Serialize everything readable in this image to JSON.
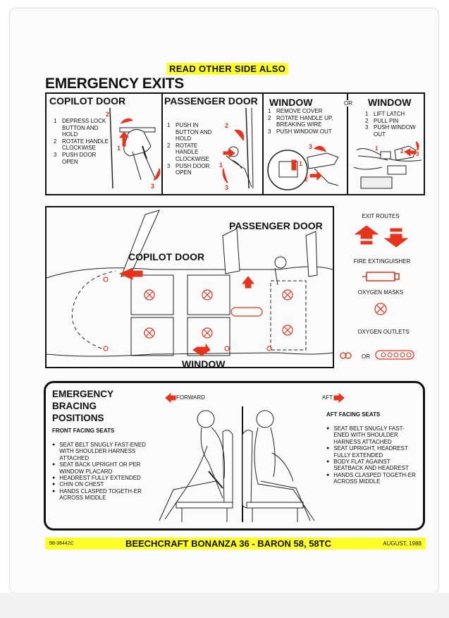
{
  "header": {
    "read_other_side": "READ OTHER SIDE ALSO",
    "title": "EMERGENCY EXITS"
  },
  "exit_panels": {
    "copilot_door": {
      "title": "COPILOT DOOR",
      "steps": [
        {
          "n": "1",
          "text": "DEPRESS LOCK BUTTON AND HOLD"
        },
        {
          "n": "2",
          "text": "ROTATE HANDLE CLOCKWISE"
        },
        {
          "n": "3",
          "text": "PUSH DOOR OPEN"
        }
      ],
      "callouts": [
        "1",
        "2",
        "3"
      ]
    },
    "passenger_door": {
      "title": "PASSENGER DOOR",
      "steps": [
        {
          "n": "1",
          "text": "PUSH IN BUTTON AND HOLD"
        },
        {
          "n": "2",
          "text": "ROTATE HANDLE CLOCKWISE"
        },
        {
          "n": "3",
          "text": "PUSH DOOR OPEN"
        }
      ],
      "callouts": [
        "1",
        "2",
        "3"
      ]
    },
    "window_a": {
      "title": "WINDOW",
      "steps": [
        {
          "n": "1",
          "text": "REMOVE COVER"
        },
        {
          "n": "2",
          "text": "ROTATE HANDLE UP, BREAKING WIRE"
        },
        {
          "n": "3",
          "text": "PUSH WINDOW OUT"
        }
      ],
      "callouts": [
        "1",
        "2",
        "3"
      ]
    },
    "or_label": "OR",
    "window_b": {
      "title": "WINDOW",
      "steps": [
        {
          "n": "1",
          "text": "LIFT LATCH"
        },
        {
          "n": "2",
          "text": "PULL PIN"
        },
        {
          "n": "3",
          "text": "PUSH WINDOW OUT"
        }
      ],
      "callouts": [
        "1",
        "2",
        "3"
      ]
    }
  },
  "cabin_diagram": {
    "passenger_door": "PASSENGER DOOR",
    "copilot_door": "COPILOT DOOR",
    "window": "WINDOW"
  },
  "legend": {
    "exit_routes": "EXIT ROUTES",
    "fire_extinguisher": "FIRE EXTINGUISHER",
    "oxygen_masks": "OXYGEN MASKS",
    "oxygen_outlets": "OXYGEN OUTLETS",
    "or": "OR"
  },
  "bracing": {
    "title_lines": [
      "EMERGENCY",
      "BRACING",
      "POSITIONS"
    ],
    "forward": "FORWARD",
    "aft": "AFT",
    "front": {
      "heading": "FRONT FACING SEATS",
      "items": [
        "SEAT BELT SNUGLY FAST-ENED WITH SHOULDER HARNESS ATTACHED",
        "SEAT BACK UPRIGHT OR PER WINDOW PLACARD",
        "HEADREST FULLY EXTENDED",
        "CHIN ON CHEST",
        "HANDS CLASPED TOGETH-ER ACROSS MIDDLE"
      ]
    },
    "aft_facing": {
      "heading": "AFT FACING SEATS",
      "items": [
        "SEAT BELT SNUGLY FAST-ENED WITH SHOULDER HARNESS ATTACHED",
        "SEAT UPRIGHT, HEADREST FULLY EXTENDED",
        "BODY FLAT AGAINST SEATBACK AND HEADREST",
        "HANDS CLASPED TOGETH-ER ACROSS MIDDLE"
      ]
    }
  },
  "footer": {
    "part_number": "98-38442C",
    "model": "BEECHCRAFT BONANZA 36 - BARON 58, 58TC",
    "date": "AUGUST, 1988"
  },
  "colors": {
    "accent_red": "#e8331c",
    "highlight_yellow": "#ffff2a",
    "ink": "#111111"
  }
}
